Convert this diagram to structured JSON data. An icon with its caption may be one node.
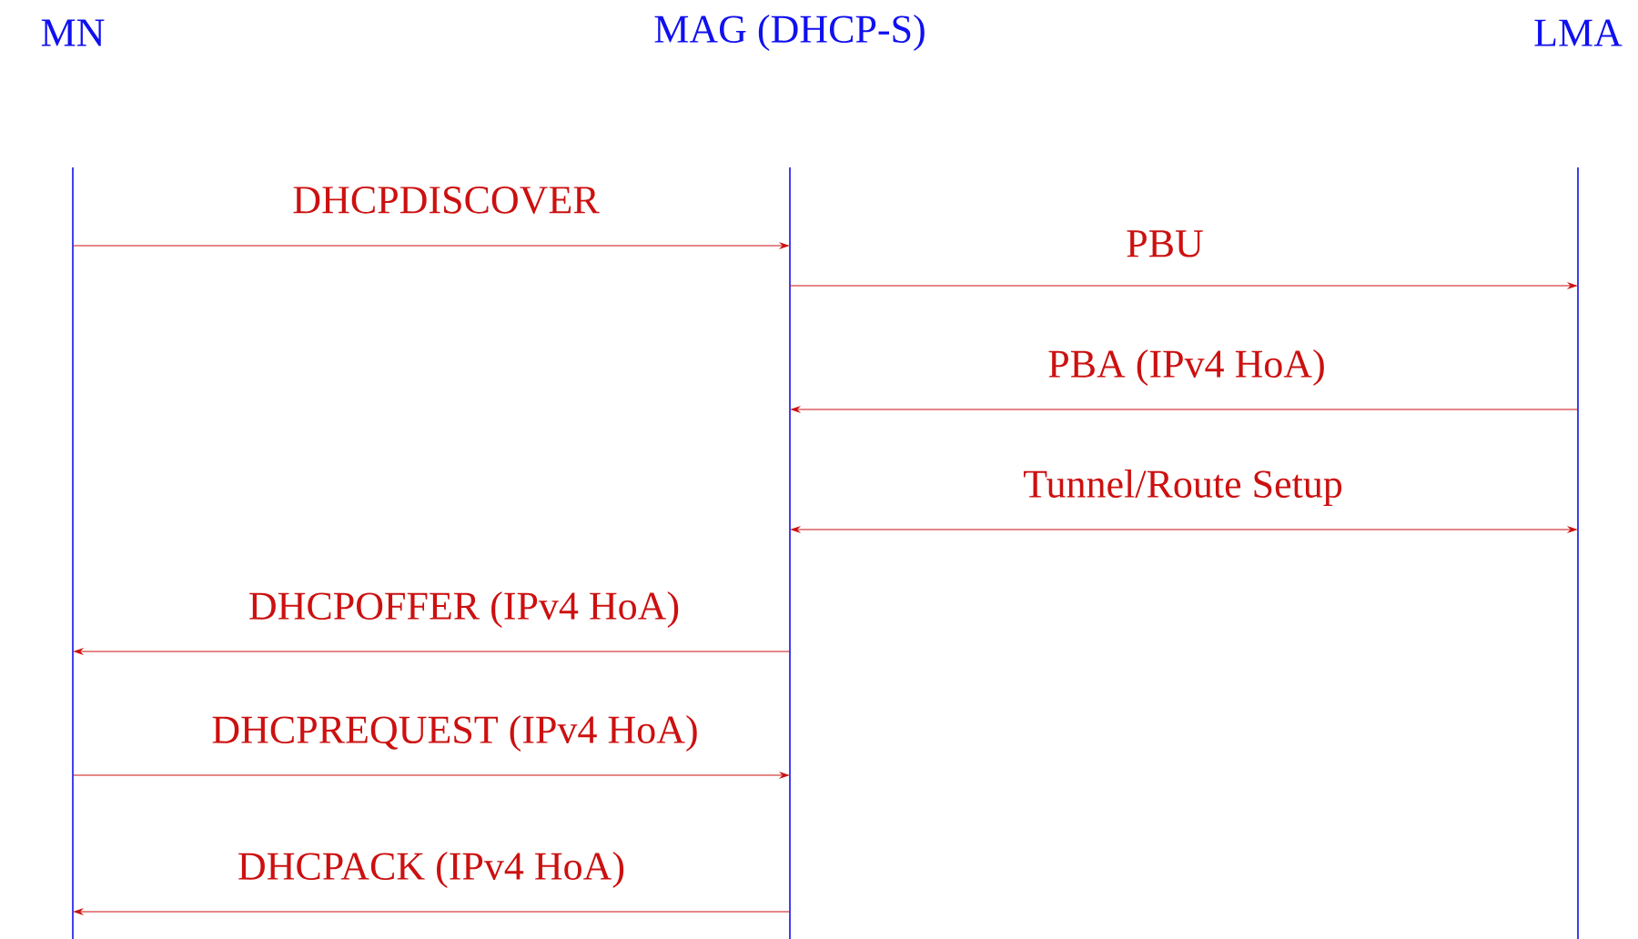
{
  "diagram": {
    "nodes": [
      {
        "text": [
          "MN"
        ]
      },
      {
        "text": [
          "MAG (DHCP-S)"
        ]
      },
      {
        "text": [
          "LMA"
        ]
      }
    ],
    "edges": [
      {
        "from": 0,
        "to": 1,
        "arrow": "to",
        "label": "DHCPDISCOVER"
      },
      {
        "from": 1,
        "to": 2,
        "arrow": "to",
        "label": "PBU"
      },
      {
        "from": 2,
        "to": 1,
        "arrow": "to",
        "label": "PBA (IPv4 HoA)"
      },
      {
        "from": 1,
        "to": 2,
        "arrow": "both",
        "label": "Tunnel/Route Setup"
      },
      {
        "from": 1,
        "to": 0,
        "arrow": "to",
        "label": "DHCPOFFER (IPv4 HoA)"
      },
      {
        "from": 0,
        "to": 1,
        "arrow": "to",
        "label": "DHCPREQUEST (IPv4 HoA)"
      },
      {
        "from": 1,
        "to": 0,
        "arrow": "to",
        "label": "DHCPACK (IPv4 HoA)"
      }
    ]
  }
}
